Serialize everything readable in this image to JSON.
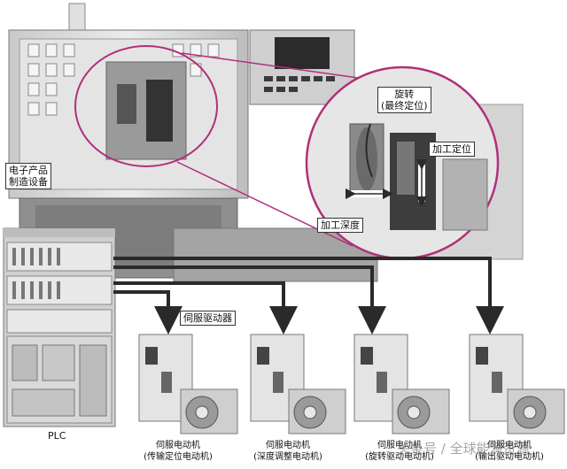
{
  "labels": {
    "device": [
      "电子产品",
      "制造设备"
    ],
    "rotation": [
      "旋转",
      "(最终定位)"
    ],
    "machining_position": "加工定位",
    "machining_depth": "加工深度",
    "servo_driver": "伺服驱动器",
    "plc": "PLC"
  },
  "motors": [
    {
      "name": "伺服电动机",
      "role": "(传输定位电动机)"
    },
    {
      "name": "伺服电动机",
      "role": "(深度调整电动机)"
    },
    {
      "name": "伺服电动机",
      "role": "(旋转驱动电动机)"
    },
    {
      "name": "伺服电动机",
      "role": "(输出驱动电动机)"
    }
  ],
  "watermark": "头条号 / 全球能源资源",
  "colors": {
    "callout": "#b0307a",
    "wire": "#2a2a2a",
    "machine": "#d9d9d9"
  }
}
